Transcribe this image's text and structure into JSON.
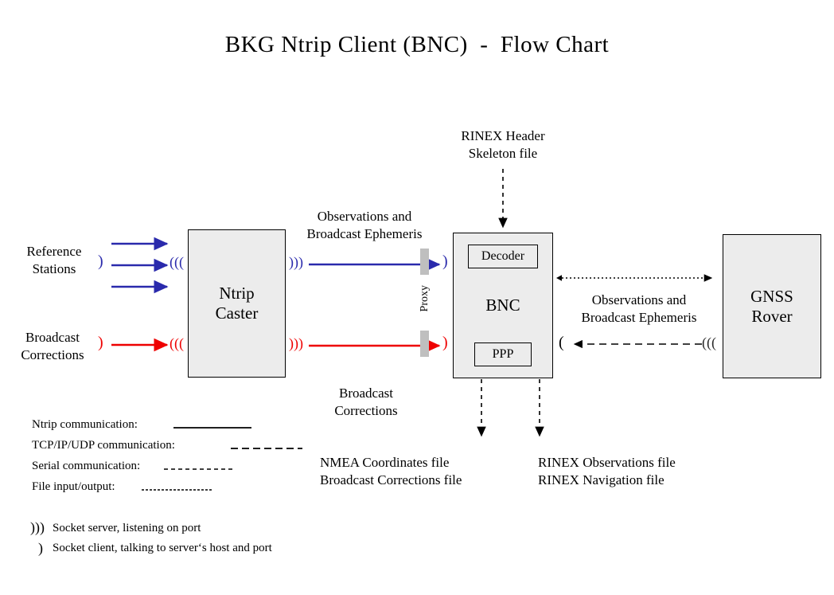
{
  "title": "BKG Ntrip Client (BNC)  -  Flow Chart",
  "colors": {
    "ntrip_blue": "#2a2aac",
    "broadcast_red": "#ee0000",
    "box_fill": "#ececec",
    "box_border": "#000000",
    "proxy_bar": "#bfbfbf",
    "arrow_black": "#000000"
  },
  "nodes": {
    "ntrip_caster": {
      "line1": "Ntrip",
      "line2": "Caster"
    },
    "bnc": {
      "label": "BNC",
      "decoder": "Decoder",
      "ppp": "PPP"
    },
    "gnss_rover": {
      "line1": "GNSS",
      "line2": "Rover"
    }
  },
  "labels": {
    "reference_stations": "Reference\nStations",
    "broadcast_corrections_left": "Broadcast\nCorrections",
    "observations_ephemeris_top": "Observations and\nBroadcast Ephemeris",
    "broadcast_corrections_mid": "Broadcast\nCorrections",
    "proxy": "Proxy",
    "rinex_header_skeleton": "RINEX Header\nSkeleton file",
    "observations_ephemeris_right": "Observations and\nBroadcast Ephemeris",
    "nmea_outputs": "NMEA Coordinates file\nBroadcast Corrections file",
    "rinex_outputs": "RINEX Observations file\nRINEX Navigation file"
  },
  "legend": {
    "lines": [
      {
        "label": "Ntrip communication:",
        "style": "solid"
      },
      {
        "label": "TCP/IP/UDP communication:",
        "style": "long-dash"
      },
      {
        "label": "Serial communication:",
        "style": "medium-dash"
      },
      {
        "label": "File input/output:",
        "style": "dotted"
      }
    ],
    "sockets": [
      {
        "glyph": "socket-server",
        "label": "Socket server, listening on port"
      },
      {
        "glyph": "socket-client",
        "label": "Socket client, talking to server‘s host and port"
      }
    ]
  }
}
